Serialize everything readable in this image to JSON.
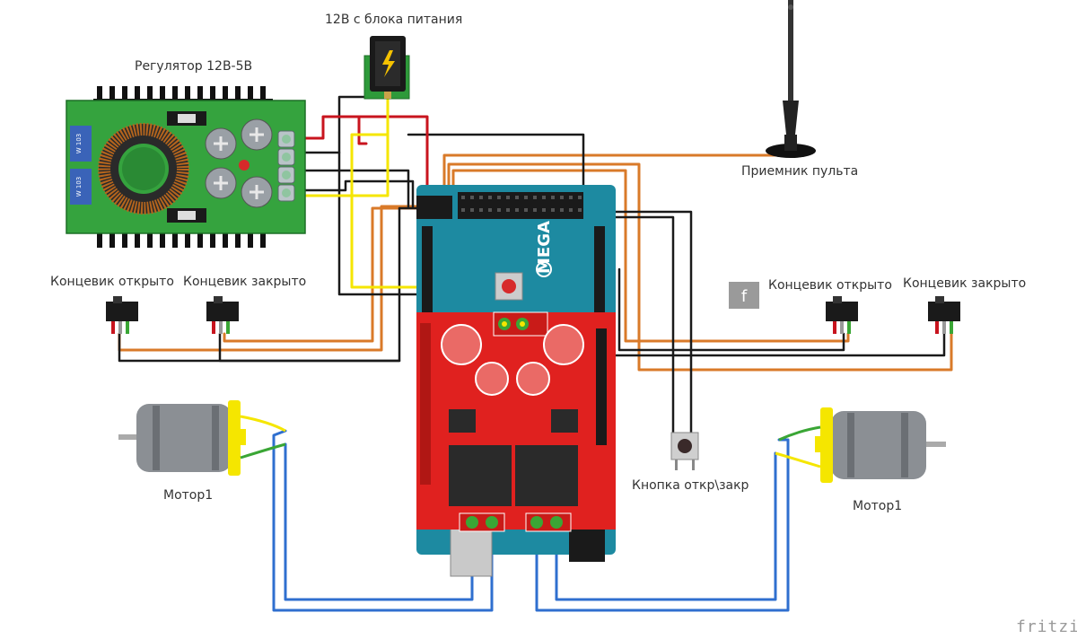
{
  "labels": {
    "power_supply": "12В с блока питания",
    "regulator": "Регулятор 12В-5В",
    "receiver": "Приемник пульта",
    "limit_open_left": "Концевик открыто",
    "limit_closed_left": "Концевик закрыто",
    "limit_open_right": "Концевик открыто",
    "limit_closed_right": "Концевик закрыто",
    "button": "Кнопка откр\\закр",
    "motor_left": "Мотор1",
    "motor_right": "Мотор1"
  },
  "board": {
    "arduino_label": "MEGA"
  },
  "brand": "fritzing",
  "colors": {
    "wire_red": "#c8141e",
    "wire_black": "#1a1a1a",
    "wire_yellow": "#f5e600",
    "wire_orange": "#d97a29",
    "wire_blue": "#2f6fcf",
    "wire_green": "#3aa635",
    "pcb_green": "#2e9a3a",
    "arduino_teal": "#1d8aa1",
    "shield_red": "#e0211f"
  }
}
